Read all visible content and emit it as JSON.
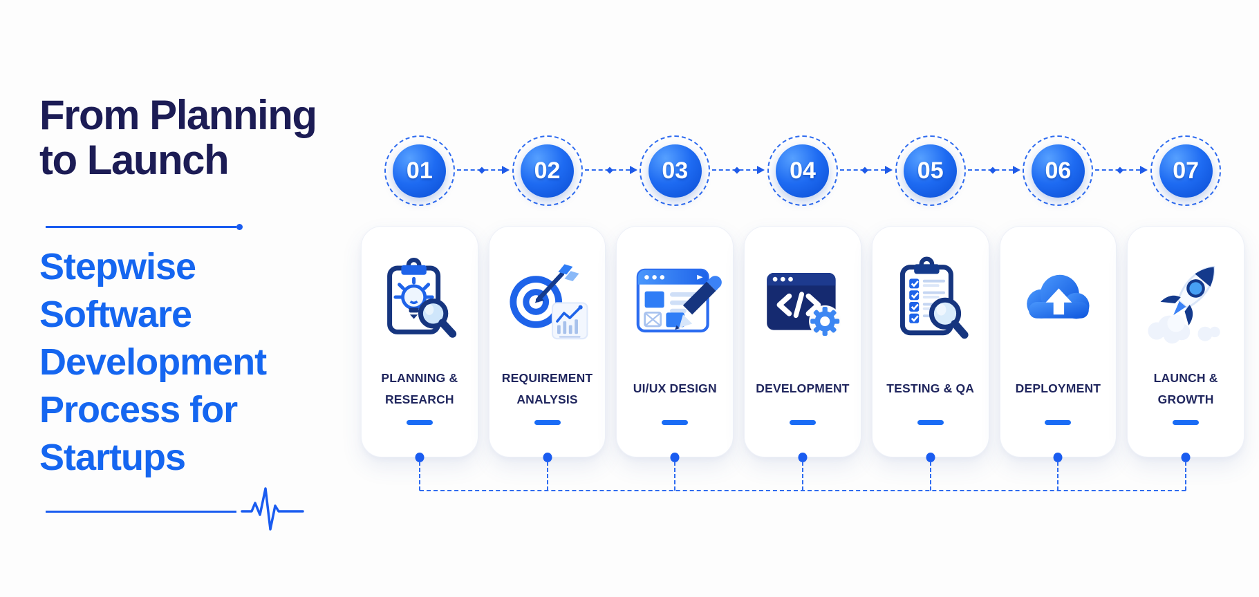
{
  "header": {
    "title": "From Planning to Launch",
    "subtitle": "Stepwise Software Development Process for Startups"
  },
  "steps": [
    {
      "number": "01",
      "label": "PLANNING & RESEARCH",
      "icon": "clipboard-lightbulb-magnifier-icon"
    },
    {
      "number": "02",
      "label": "REQUIREMENT ANALYSIS",
      "icon": "target-dart-chart-icon"
    },
    {
      "number": "03",
      "label": "UI/UX DESIGN",
      "icon": "browser-wireframe-pencil-icon"
    },
    {
      "number": "04",
      "label": "DEVELOPMENT",
      "icon": "code-window-gear-icon"
    },
    {
      "number": "05",
      "label": "TESTING & QA",
      "icon": "checklist-magnifier-icon"
    },
    {
      "number": "06",
      "label": "DEPLOYMENT",
      "icon": "cloud-upload-icon"
    },
    {
      "number": "07",
      "label": "LAUNCH & GROWTH",
      "icon": "rocket-launch-icon"
    }
  ],
  "decorations": {
    "footer_icon": "heartbeat-icon"
  },
  "colors": {
    "background": "#fdfdfd",
    "title_navy": "#1c1c55",
    "label_navy": "#20265e",
    "accent_blue": "#1566f0",
    "dash_blue": "#1a6cf5",
    "connector_blue": "#2e6bf0",
    "circle_gradient_start": "#56a0ff",
    "circle_gradient_end": "#0a4cd2"
  }
}
